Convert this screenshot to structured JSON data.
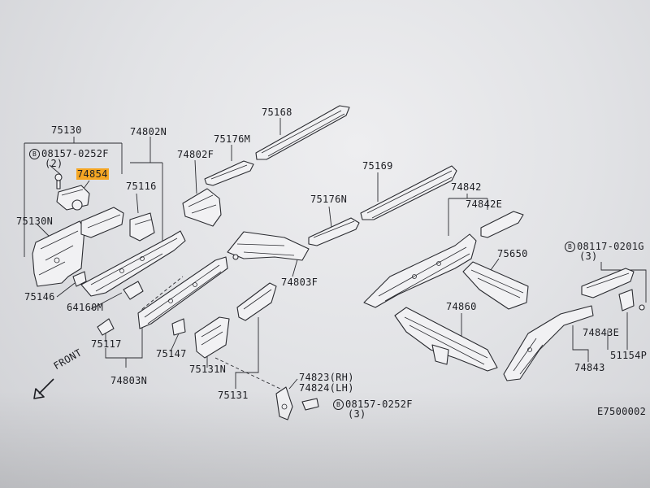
{
  "labels": {
    "p75130": "75130",
    "p08157_0252F_a": "08157-0252F",
    "p08157_qty_a": "(2)",
    "p74854": "74854",
    "p75130N": "75130N",
    "p75146": "75146",
    "p64160M": "64160M",
    "p74802N": "74802N",
    "p75116": "75116",
    "p74802F": "74802F",
    "p75176M": "75176M",
    "p75168": "75168",
    "p75117": "75117",
    "p74803N": "74803N",
    "p75147": "75147",
    "p75131N": "75131N",
    "p75131": "75131",
    "p74803F": "74803F",
    "p75176N": "75176N",
    "p75169": "75169",
    "p74842": "74842",
    "p74842E": "74842E",
    "p75650": "75650",
    "p74860": "74860",
    "p08117_0201G": "08117-0201G",
    "p08117_qty": "(3)",
    "p74843E": "74843E",
    "p51154P": "51154P",
    "p74843": "74843",
    "p74823": "74823(RH)",
    "p74824": "74824(LH)",
    "p08157_0252F_b": "08157-0252F",
    "p08157_qty_b": "(3)",
    "front": "FRONT",
    "figure_code": "E7500002"
  },
  "bolt_symbol": "B",
  "highlight_color": "#f5a623"
}
